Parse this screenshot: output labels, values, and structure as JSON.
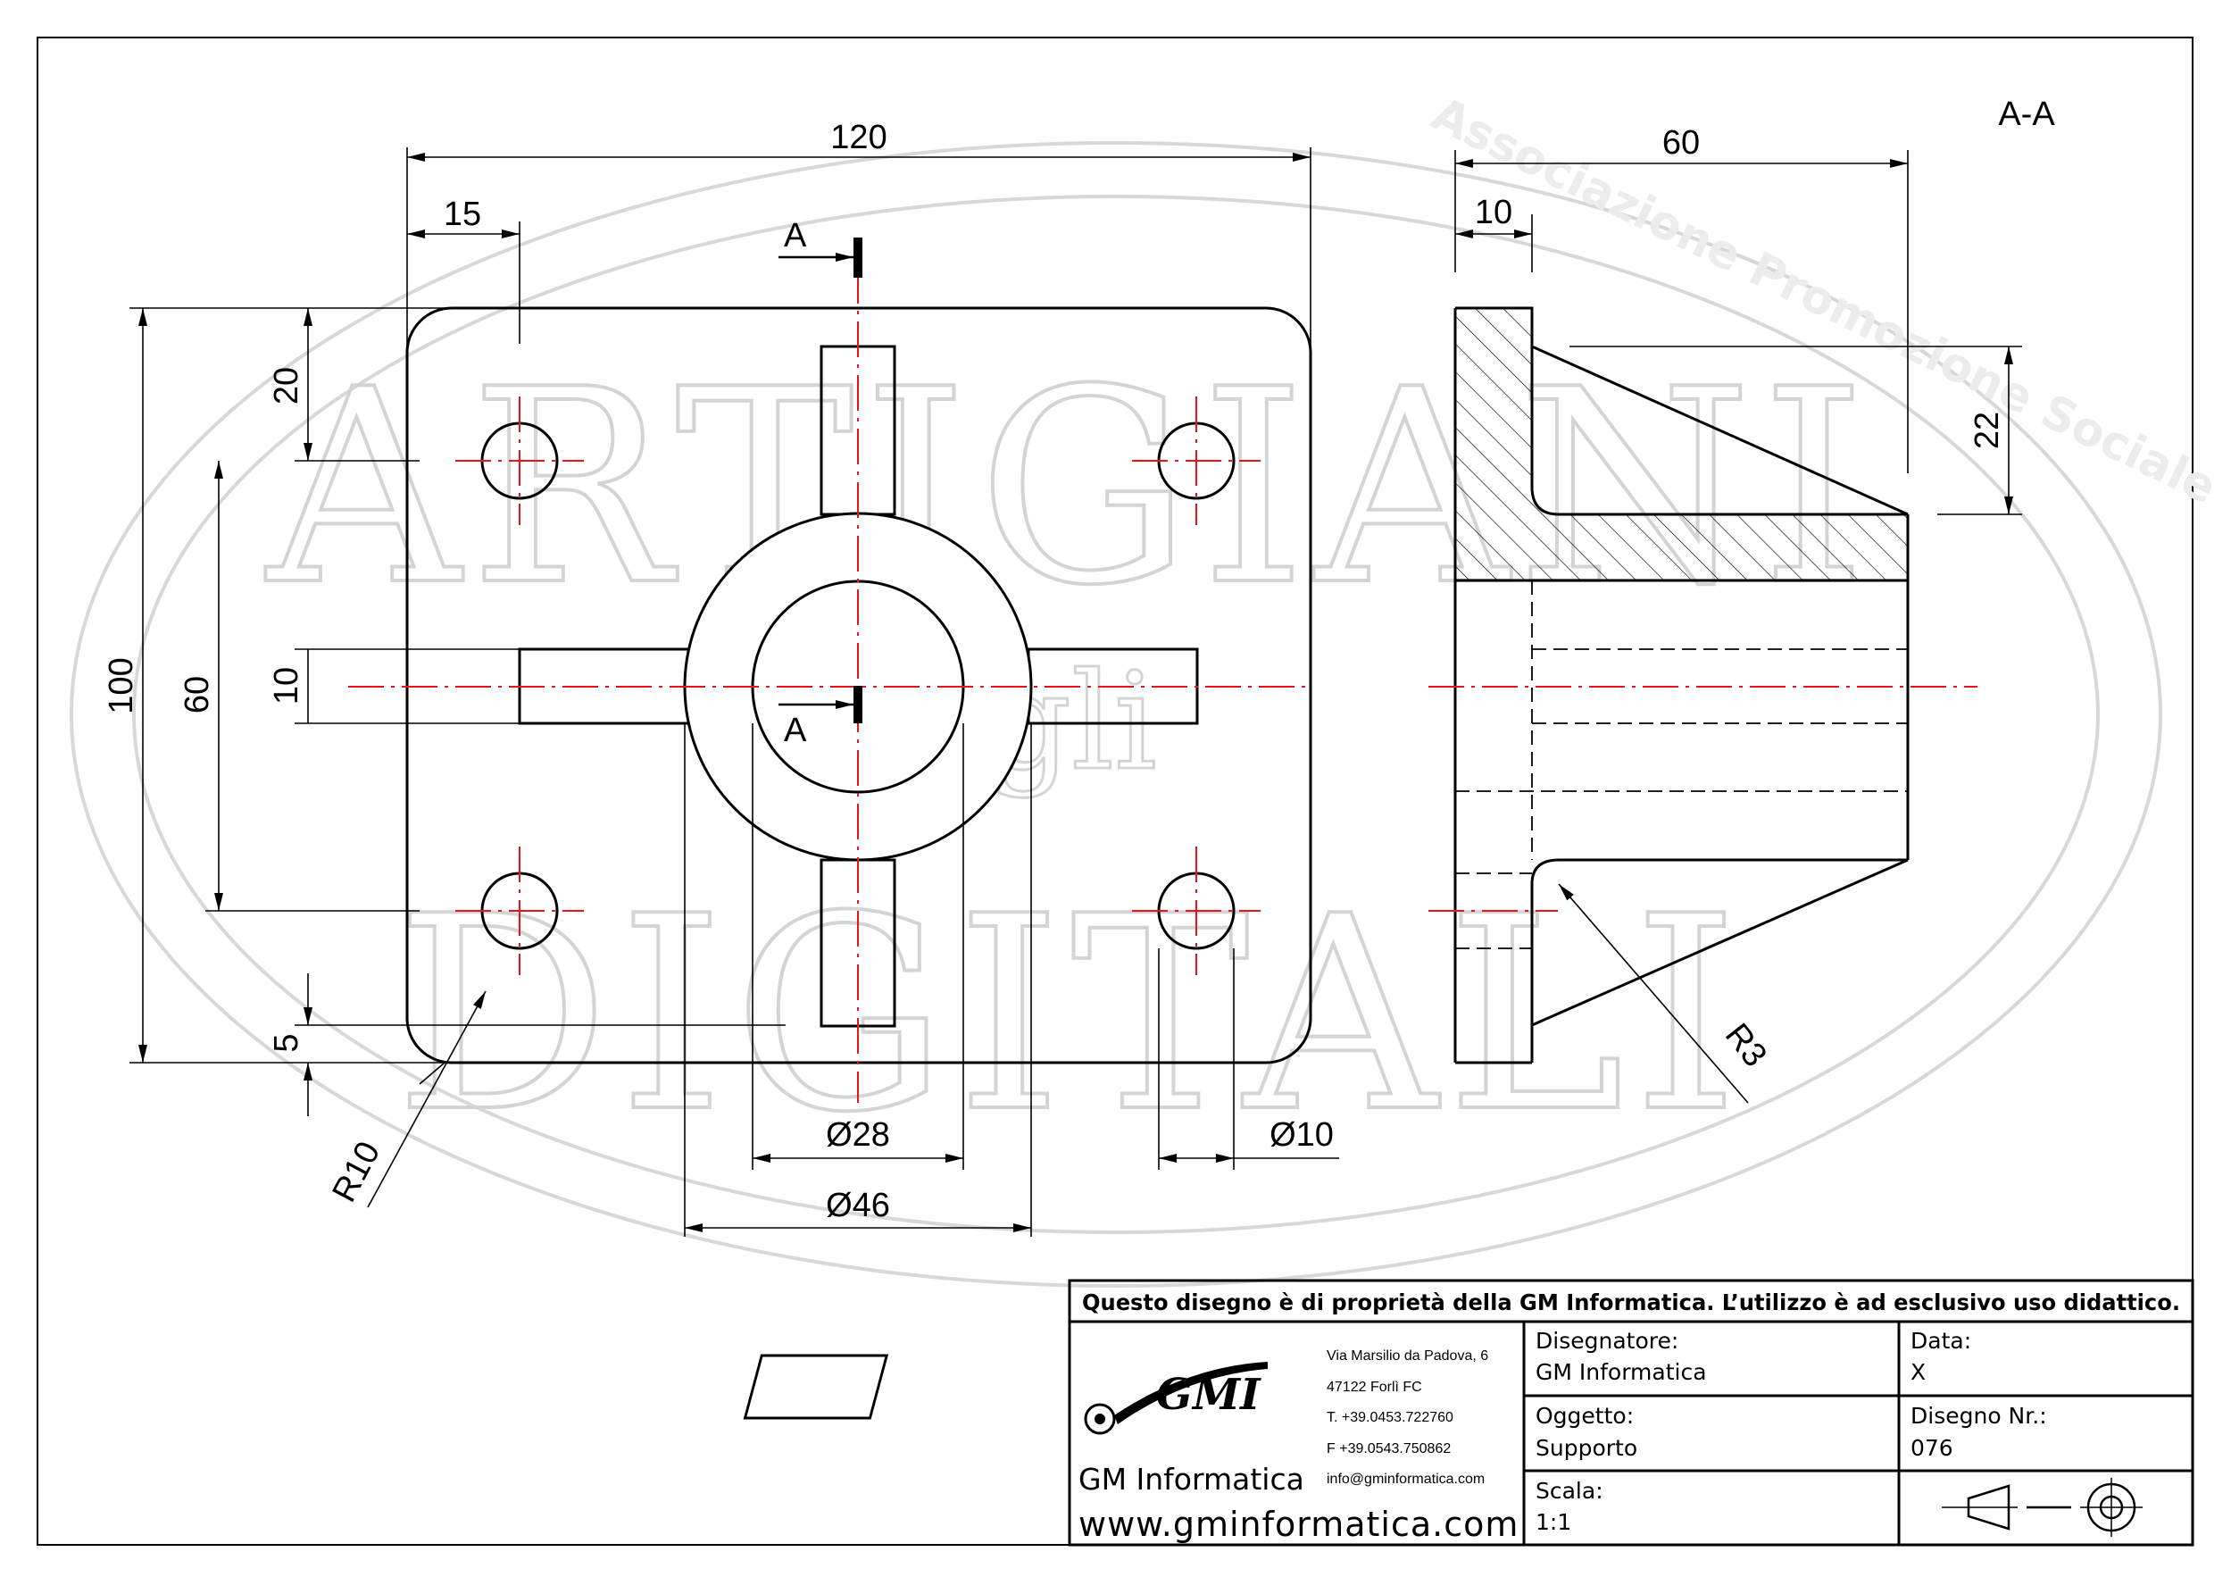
{
  "drawing": {
    "section_label": "A-A",
    "watermark": {
      "line1": "Associazione Promozione Sociale",
      "main_top": "ARTIGIANI",
      "main_mid": "gli",
      "main_bottom": "DIGITALI"
    },
    "dimensions": {
      "width_120": "120",
      "dim_15": "15",
      "dim_20": "20",
      "dim_100": "100",
      "dim_60_v": "60",
      "dim_10_v": "10",
      "dim_5": "5",
      "r10": "R10",
      "d28": "Ø28",
      "d46": "Ø46",
      "d10": "Ø10",
      "section_60": "60",
      "section_10": "10",
      "section_22": "22",
      "r3": "R3",
      "cut_top": "A",
      "cut_bottom": "A"
    },
    "colors": {
      "line": "#000000",
      "centerline": "#e8141b",
      "watermark": "#d8d8d8"
    }
  },
  "title_block": {
    "notice": "Questo disegno è di proprietà della GM Informatica. L’utilizzo è ad esclusivo uso didattico.",
    "logo_text": "GMI",
    "company_name": "GM Informatica",
    "website": "www.gminformatica.com",
    "address": [
      "Via Marsilio da Padova, 6",
      "47122 Forlì FC",
      "T. +39.0453.722760",
      "F +39.0543.750862",
      "info@gminformatica.com"
    ],
    "designer_label": "Disegnatore:",
    "designer_value": "GM Informatica",
    "date_label": "Data:",
    "date_value": "X",
    "object_label": "Oggetto:",
    "object_value": "Supporto",
    "drawing_no_label": "Disegno Nr.:",
    "drawing_no_value": "076",
    "scale_label": "Scala:",
    "scale_value": "1:1",
    "projection_symbol": "first-angle-projection-icon"
  }
}
